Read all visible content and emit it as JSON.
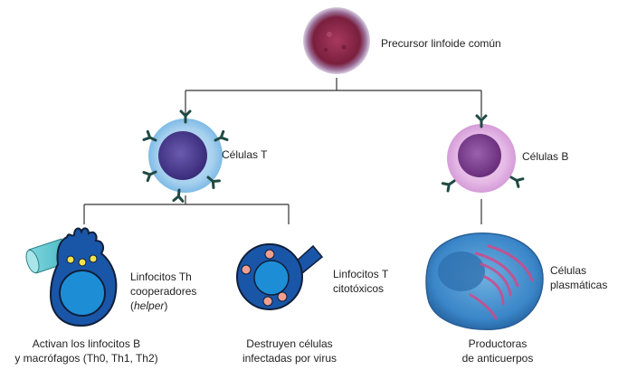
{
  "labels": {
    "precursor": "Precursor linfoide común",
    "t_cells": "Células T",
    "b_cells": "Células B",
    "th": {
      "line1": "Linfocitos Th",
      "line2": "cooperadores",
      "open_paren": "(",
      "helper": "helper",
      "close_paren": ")"
    },
    "tc": {
      "line1": "Linfocitos T",
      "line2": "citotóxicos"
    },
    "plasma": {
      "line1": "Células",
      "line2": "plasmáticas"
    }
  },
  "captions": {
    "th": {
      "line1": "Activan los linfocitos B",
      "line2": "y macrófagos (Th0, Th1, Th2)"
    },
    "tc": {
      "line1": "Destruyen células",
      "line2": "infectadas por virus"
    },
    "plasma": {
      "line1": "Productoras",
      "line2": "de anticuerpos"
    }
  },
  "colors": {
    "connector": "#333333",
    "precursor_cell": "#8e2a4a",
    "t_cell_membrane": "#aad4ee",
    "t_cell_nucleus": "#4b3d8c",
    "b_cell_membrane": "#e8bce8",
    "b_cell_nucleus": "#7a3d8a",
    "receptor": "#1f4a44",
    "effector_body": "#1a56a8",
    "effector_nucleus": "#1d8ed6",
    "granule": "#f5e14a",
    "virus_dot": "#f0a090",
    "plasma_cell": "#3a86c8",
    "plasma_er": "#d04a8a"
  }
}
